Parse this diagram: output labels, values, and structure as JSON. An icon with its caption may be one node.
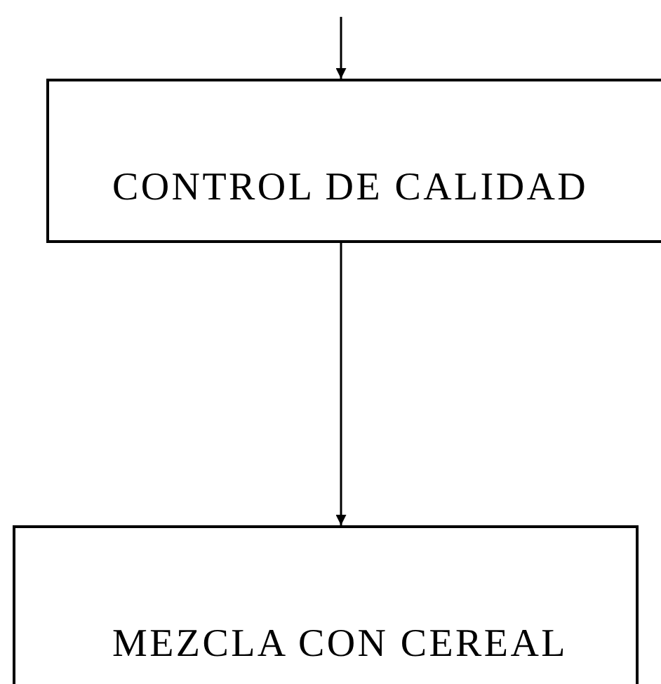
{
  "diagram": {
    "nodes": [
      {
        "text": [
          "CONTROL DE CALIDAD"
        ]
      },
      {
        "text": [
          "MEZCLA CON CEREAL"
        ]
      }
    ],
    "edges": [
      {
        "from": null,
        "to": 0,
        "arrow": "to"
      },
      {
        "from": 0,
        "to": 1,
        "arrow": "to"
      }
    ]
  }
}
